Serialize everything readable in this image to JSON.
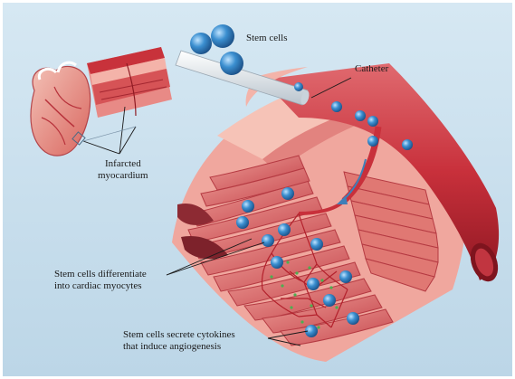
{
  "labels": {
    "stem_cells": "Stem cells",
    "catheter": "Catheter",
    "infarcted_line1": "Infarcted",
    "infarcted_line2": "myocardium",
    "differentiate_line1": "Stem cells differentiate",
    "differentiate_line2": "into cardiac myocytes",
    "cytokines_line1": "Stem cells secrete cytokines",
    "cytokines_line2": "that induce angiogenesis"
  },
  "colors": {
    "background_panel": "#c9e0ee",
    "muscle_red": "#c8424a",
    "muscle_light": "#e58b86",
    "tissue_pink": "#f1b9ad",
    "vessel_dark": "#a3202b",
    "stem_cell_blue": "#2f7fc0",
    "catheter_gray": "#dfe6ec"
  }
}
